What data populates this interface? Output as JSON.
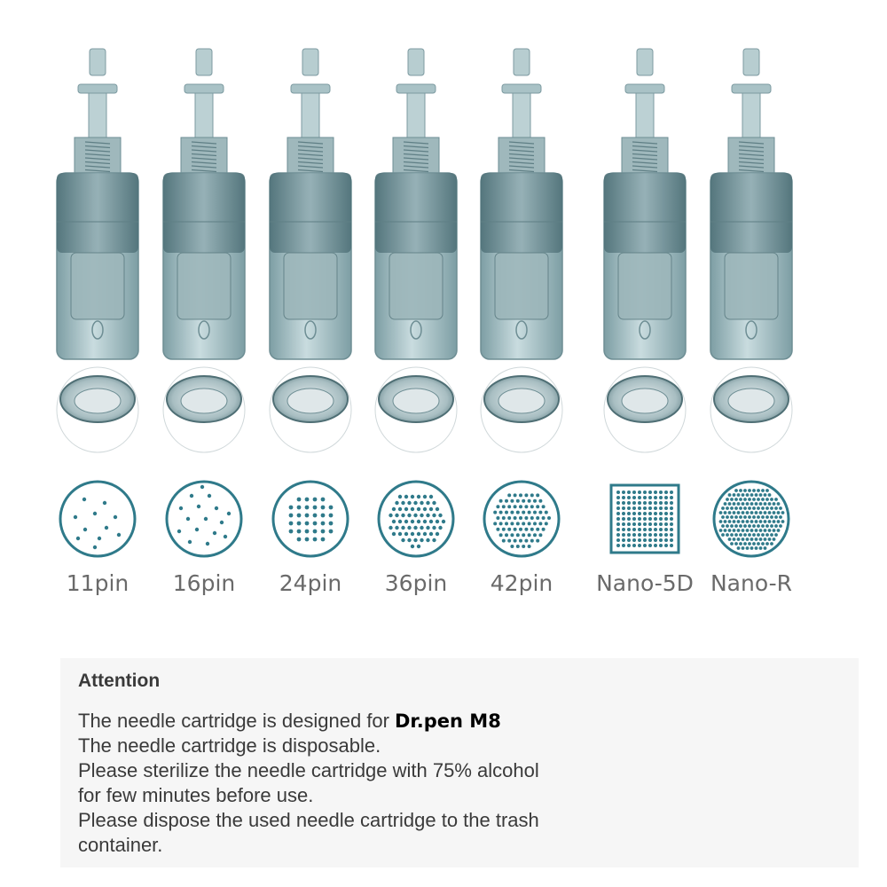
{
  "cartridges": [
    {
      "label": "11pin",
      "pattern": "sparse-11",
      "shape": "circle"
    },
    {
      "label": "16pin",
      "pattern": "sparse-16",
      "shape": "circle"
    },
    {
      "label": "24pin",
      "pattern": "grid-24",
      "shape": "circle"
    },
    {
      "label": "36pin",
      "pattern": "grid-36",
      "shape": "circle"
    },
    {
      "label": "42pin",
      "pattern": "grid-42",
      "shape": "circle"
    },
    {
      "label": "Nano-5D",
      "pattern": "nano-square",
      "shape": "square"
    },
    {
      "label": "Nano-R",
      "pattern": "nano-round",
      "shape": "circle"
    }
  ],
  "colors": {
    "teal": "#2f7a8a",
    "body": "#8fb0b5",
    "label": "#6a6a6a"
  },
  "attention": {
    "title": "Attention",
    "line1": "The needle cartridge is designed for",
    "model": "Dr.pen M8",
    "line2": "The needle cartridge is disposable.",
    "line3": "Please sterilize the needle cartridge with 75% alcohol",
    "line4": "for few minutes before use.",
    "line5": "Please dispose the used needle cartridge to the trash",
    "line6": "container."
  }
}
